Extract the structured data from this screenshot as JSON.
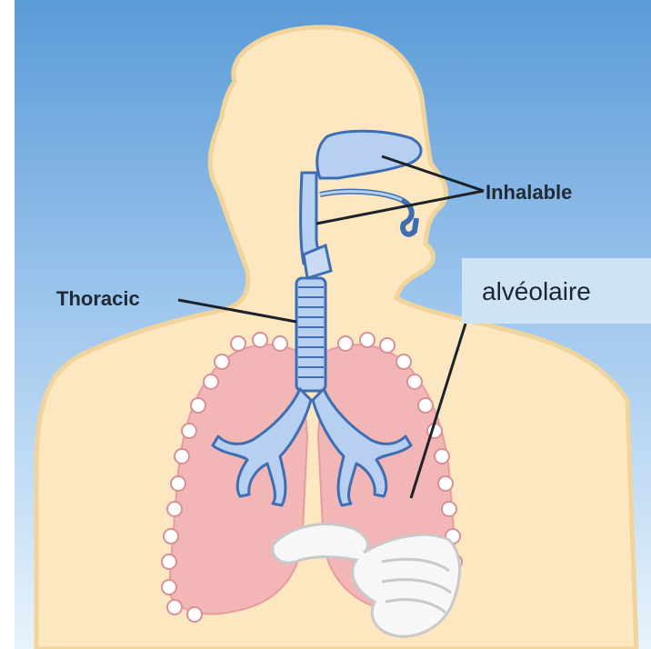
{
  "labels": {
    "inhalable": "Inhalable",
    "thoracic": "Thoracic",
    "alveolaire": "alvéolaire"
  },
  "colors": {
    "sky_top": "#5b9bd8",
    "sky_bottom": "#e6f2fb",
    "skin": "#fde7c1",
    "skin_outline": "#f1d49c",
    "lung": "#f3b6b6",
    "airway": "#b7cff0",
    "airway_outline": "#3d6db2",
    "label_box": "#cfe3f7"
  },
  "icons": {
    "body": "human-silhouette",
    "lungs": "lungs-icon",
    "ribs": "ribcage-icon",
    "airway": "trachea-icon"
  }
}
